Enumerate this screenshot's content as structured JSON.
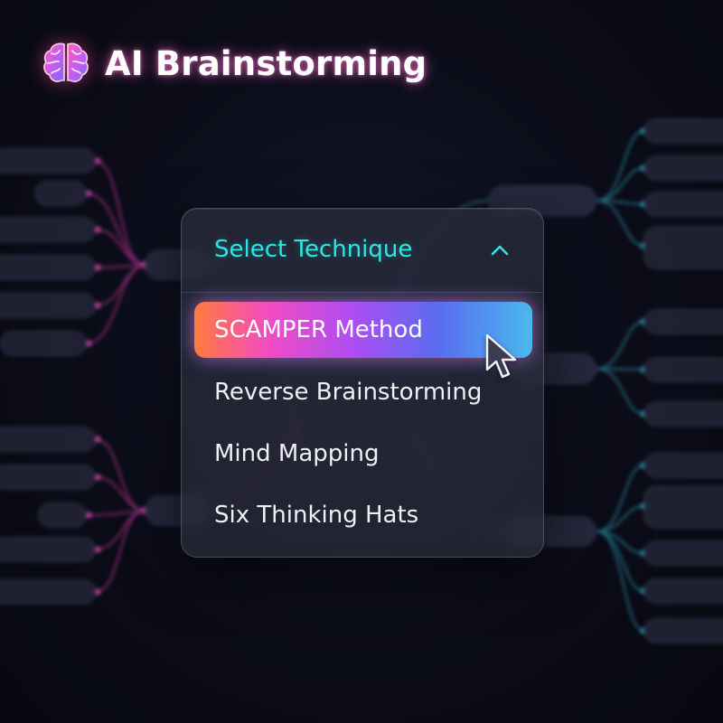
{
  "header": {
    "title": "AI Brainstorming",
    "icon": "brain-icon"
  },
  "dropdown": {
    "label": "Select Technique",
    "state": "expanded",
    "options": [
      {
        "label": "SCAMPER Method",
        "selected": true
      },
      {
        "label": "Reverse Brainstorming",
        "selected": false
      },
      {
        "label": "Mind Mapping",
        "selected": false
      },
      {
        "label": "Six Thinking Hats",
        "selected": false
      }
    ]
  },
  "colors": {
    "background": "#0b0c18",
    "accent_cyan": "#2ee6e6",
    "accent_pink": "#f24cc3",
    "branch_left": "#c0399a",
    "branch_right": "#2a8fa8"
  }
}
